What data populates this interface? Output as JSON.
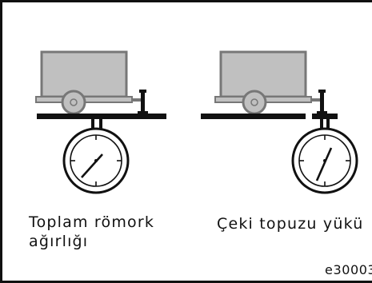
{
  "labels": {
    "left_line1": "Toplam römork",
    "left_line2": "ağırlığı",
    "right": "Çeki topuzu yükü"
  },
  "reference_code": "e30003",
  "colors": {
    "background": "#ffffff",
    "frame": "#111111",
    "trailer_fill": "#c0c0c0",
    "trailer_stroke": "#777777",
    "ink": "#111111"
  },
  "icons": [
    "trailer-icon",
    "scale-gauge-icon",
    "hitch-post-icon"
  ]
}
